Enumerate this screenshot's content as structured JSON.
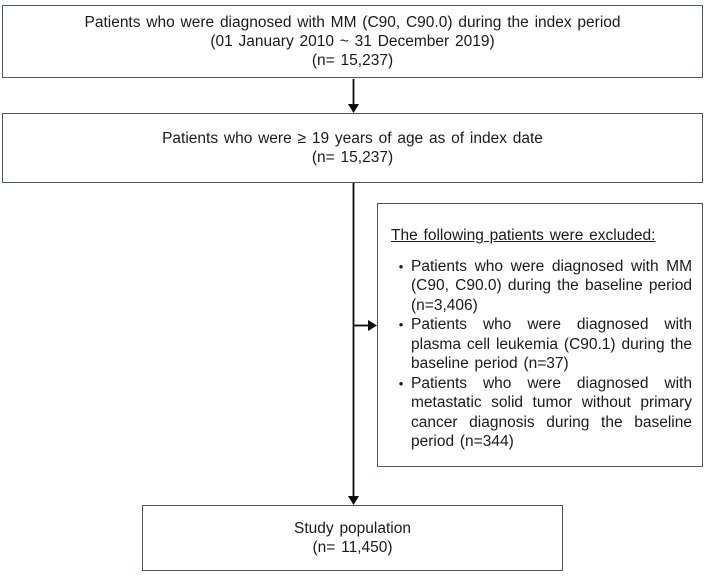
{
  "colors": {
    "box_border": "#4b5861",
    "arrow": "#0b0b0b",
    "text": "#1a1a1a",
    "background": "#ffffff"
  },
  "boxes": {
    "index_period": {
      "line1": "Patients who were diagnosed with MM (C90, C90.0) during the index period",
      "line2": "(01 January 2010 ~ 31 December 2019)",
      "line3": "(n= 15,237)"
    },
    "age_filter": {
      "line1": "Patients who were ≥ 19 years of age as of index date",
      "line2": "(n= 15,237)"
    },
    "exclusion": {
      "header": "The following patients were excluded:",
      "bullet_glyph": "•",
      "bullets": [
        {
          "text": "Patients who were diagnosed with MM (C90, C90.0) during the baseline period (n=3,406)"
        },
        {
          "text": "Patients who were diagnosed with plasma cell leukemia (C90.1) during the baseline period (n=37)"
        },
        {
          "text": "Patients who were diagnosed with metastatic solid tumor without primary cancer diagnosis during the baseline period (n=344)"
        }
      ]
    },
    "study_population": {
      "line1": "Study population",
      "line2": "(n= 11,450)"
    }
  }
}
